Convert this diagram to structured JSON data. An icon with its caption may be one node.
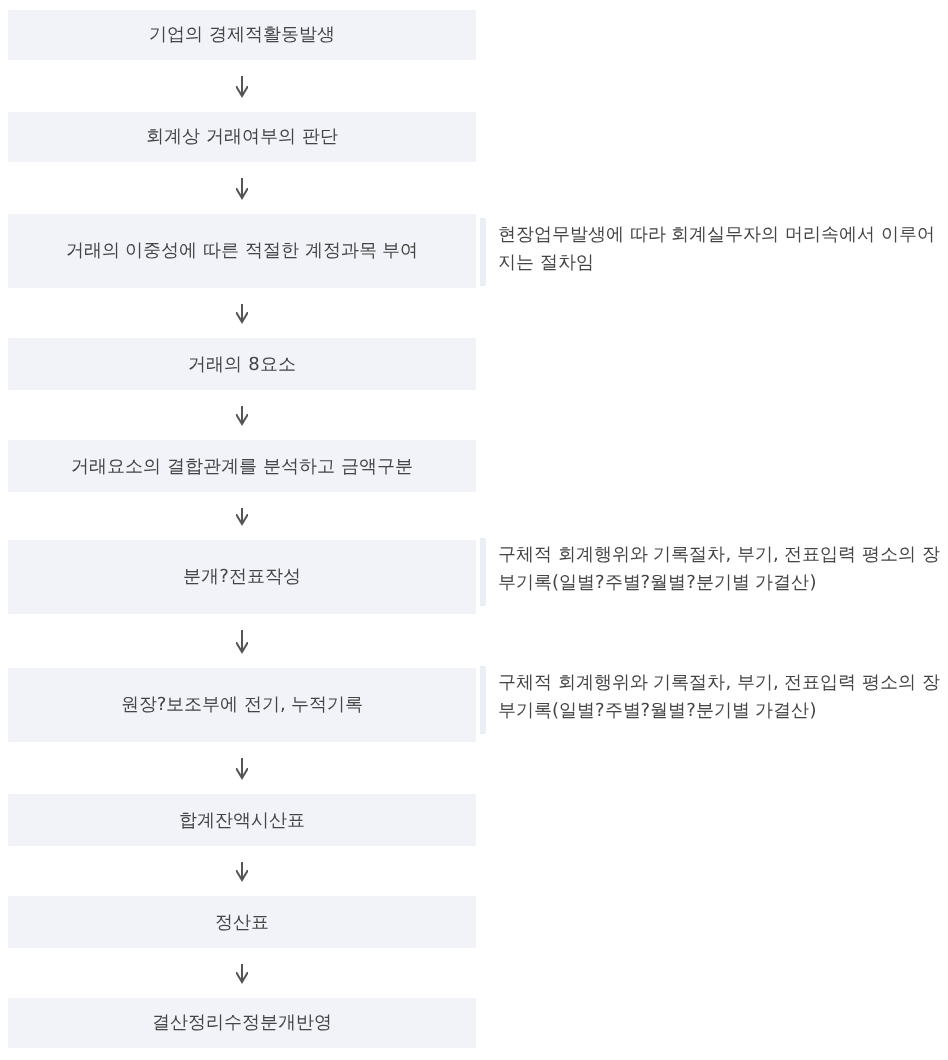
{
  "diagram": {
    "nodes": [
      {
        "text": [
          "기업의 경제적활동발생"
        ]
      },
      {
        "text": [
          "회계상 거래여부의 판단"
        ]
      },
      {
        "text": [
          "거래의 이중성에 따른 적절한 계정과목 부여"
        ],
        "beside": [
          "현장업무발생에 따라 회계실무자의 머리속에서 이루어지는 절차임"
        ]
      },
      {
        "text": [
          "거래의 8요소"
        ]
      },
      {
        "text": [
          "거래요소의 결합관계를 분석하고 금액구분"
        ]
      },
      {
        "text": [
          "분개?전표작성"
        ],
        "beside": [
          "구체적 회계행위와 기록절차, 부기, 전표입력 평소의 장부기록(일별?주별?월별?분기별 가결산)"
        ]
      },
      {
        "text": [
          "원장?보조부에 전기, 누적기록"
        ],
        "beside": [
          "구체적 회계행위와 기록절차, 부기, 전표입력 평소의 장부기록(일별?주별?월별?분기별 가결산)"
        ]
      },
      {
        "text": [
          "합계잔액시산표"
        ]
      },
      {
        "text": [
          "정산표"
        ]
      },
      {
        "text": [
          "결산정리수정분개반영"
        ]
      }
    ],
    "edges": [
      {
        "from": 0,
        "to": 1,
        "arrow": "to"
      },
      {
        "from": 1,
        "to": 2,
        "arrow": "to"
      },
      {
        "from": 2,
        "to": 3,
        "arrow": "to"
      },
      {
        "from": 3,
        "to": 4,
        "arrow": "to"
      },
      {
        "from": 4,
        "to": 5,
        "arrow": "to"
      },
      {
        "from": 5,
        "to": 6,
        "arrow": "to"
      },
      {
        "from": 6,
        "to": 7,
        "arrow": "to"
      },
      {
        "from": 7,
        "to": 8,
        "arrow": "to"
      },
      {
        "from": 8,
        "to": 9,
        "arrow": "to"
      }
    ]
  }
}
